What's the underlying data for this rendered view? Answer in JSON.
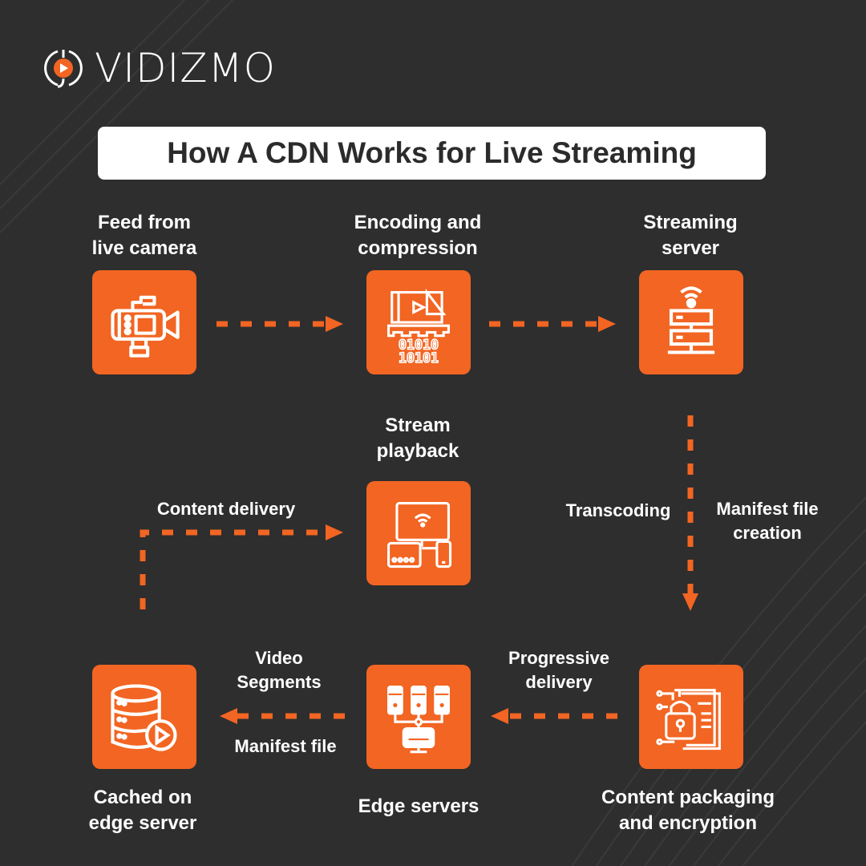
{
  "brand": {
    "name": "VIDIZMO",
    "accent": "#f26522",
    "background": "#2e2e2e"
  },
  "title": "How A CDN Works for Live Streaming",
  "nodes": {
    "camera": {
      "line1": "Feed from",
      "line2": "live camera",
      "icon": "video-camera-icon"
    },
    "encoding": {
      "line1": "Encoding and",
      "line2": "compression",
      "icon": "binary-video-encoding-icon"
    },
    "streaming": {
      "line1": "Streaming",
      "line2": "server",
      "icon": "wifi-server-icon"
    },
    "playback": {
      "line1": "Stream",
      "line2": "playback",
      "icon": "multi-device-icon"
    },
    "packaging": {
      "line1": "Content packaging",
      "line2": "and encryption",
      "icon": "locked-document-icon"
    },
    "edge": {
      "line1": "Edge servers",
      "icon": "server-network-icon"
    },
    "cached": {
      "line1": "Cached on",
      "line2": "edge server",
      "icon": "database-play-icon"
    }
  },
  "edge_labels": {
    "transcoding": "Transcoding",
    "manifest_creation_1": "Manifest file",
    "manifest_creation_2": "creation",
    "progressive_1": "Progressive",
    "progressive_2": "delivery",
    "video_segments_1": "Video",
    "video_segments_2": "Segments",
    "manifest_file": "Manifest file",
    "content_delivery": "Content delivery"
  }
}
